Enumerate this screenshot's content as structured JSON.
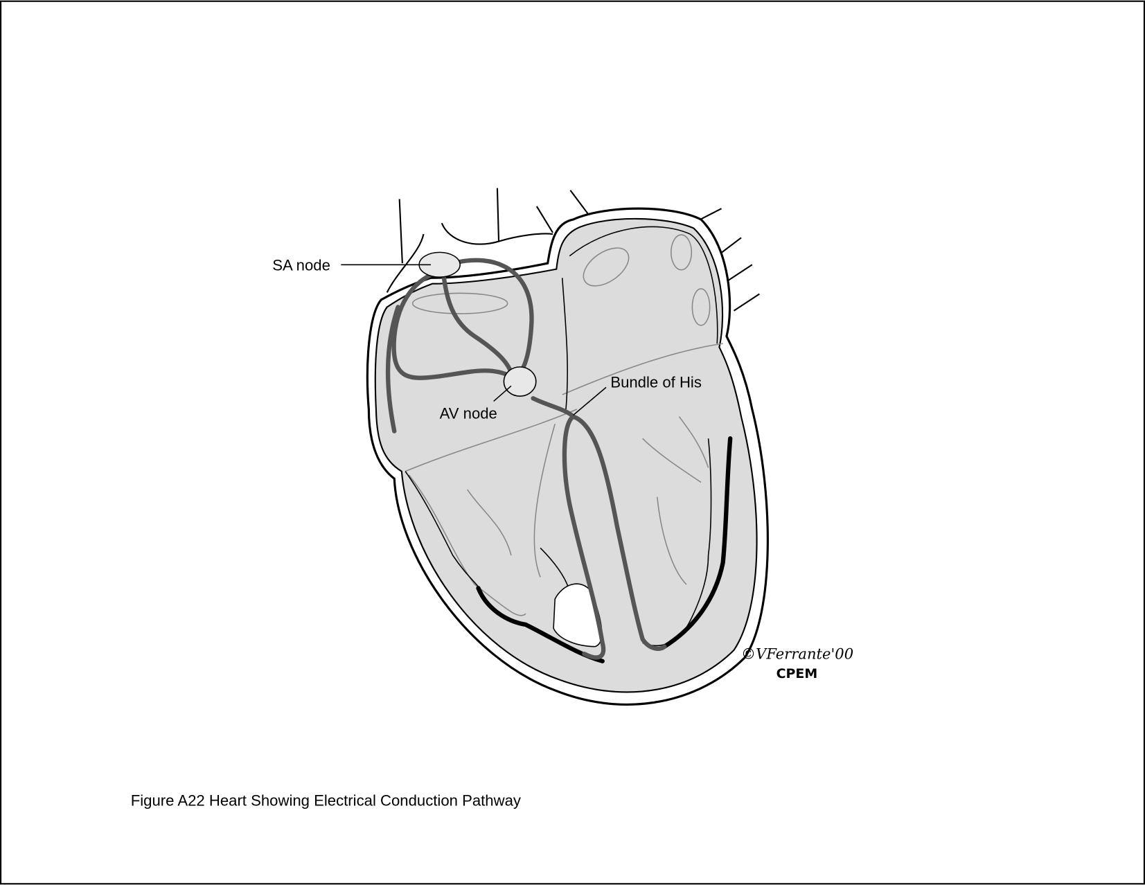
{
  "figure": {
    "caption": "Figure A22 Heart Showing Electrical Conduction Pathway",
    "labels": {
      "sa_node": "SA node",
      "av_node": "AV node",
      "bundle_of_his": "Bundle of His"
    },
    "signature": "©VFerrante'00",
    "credit": "CPEM"
  },
  "colors": {
    "heart_fill": "#dcdcdc",
    "pathway": "#666666",
    "outline": "#000000"
  }
}
